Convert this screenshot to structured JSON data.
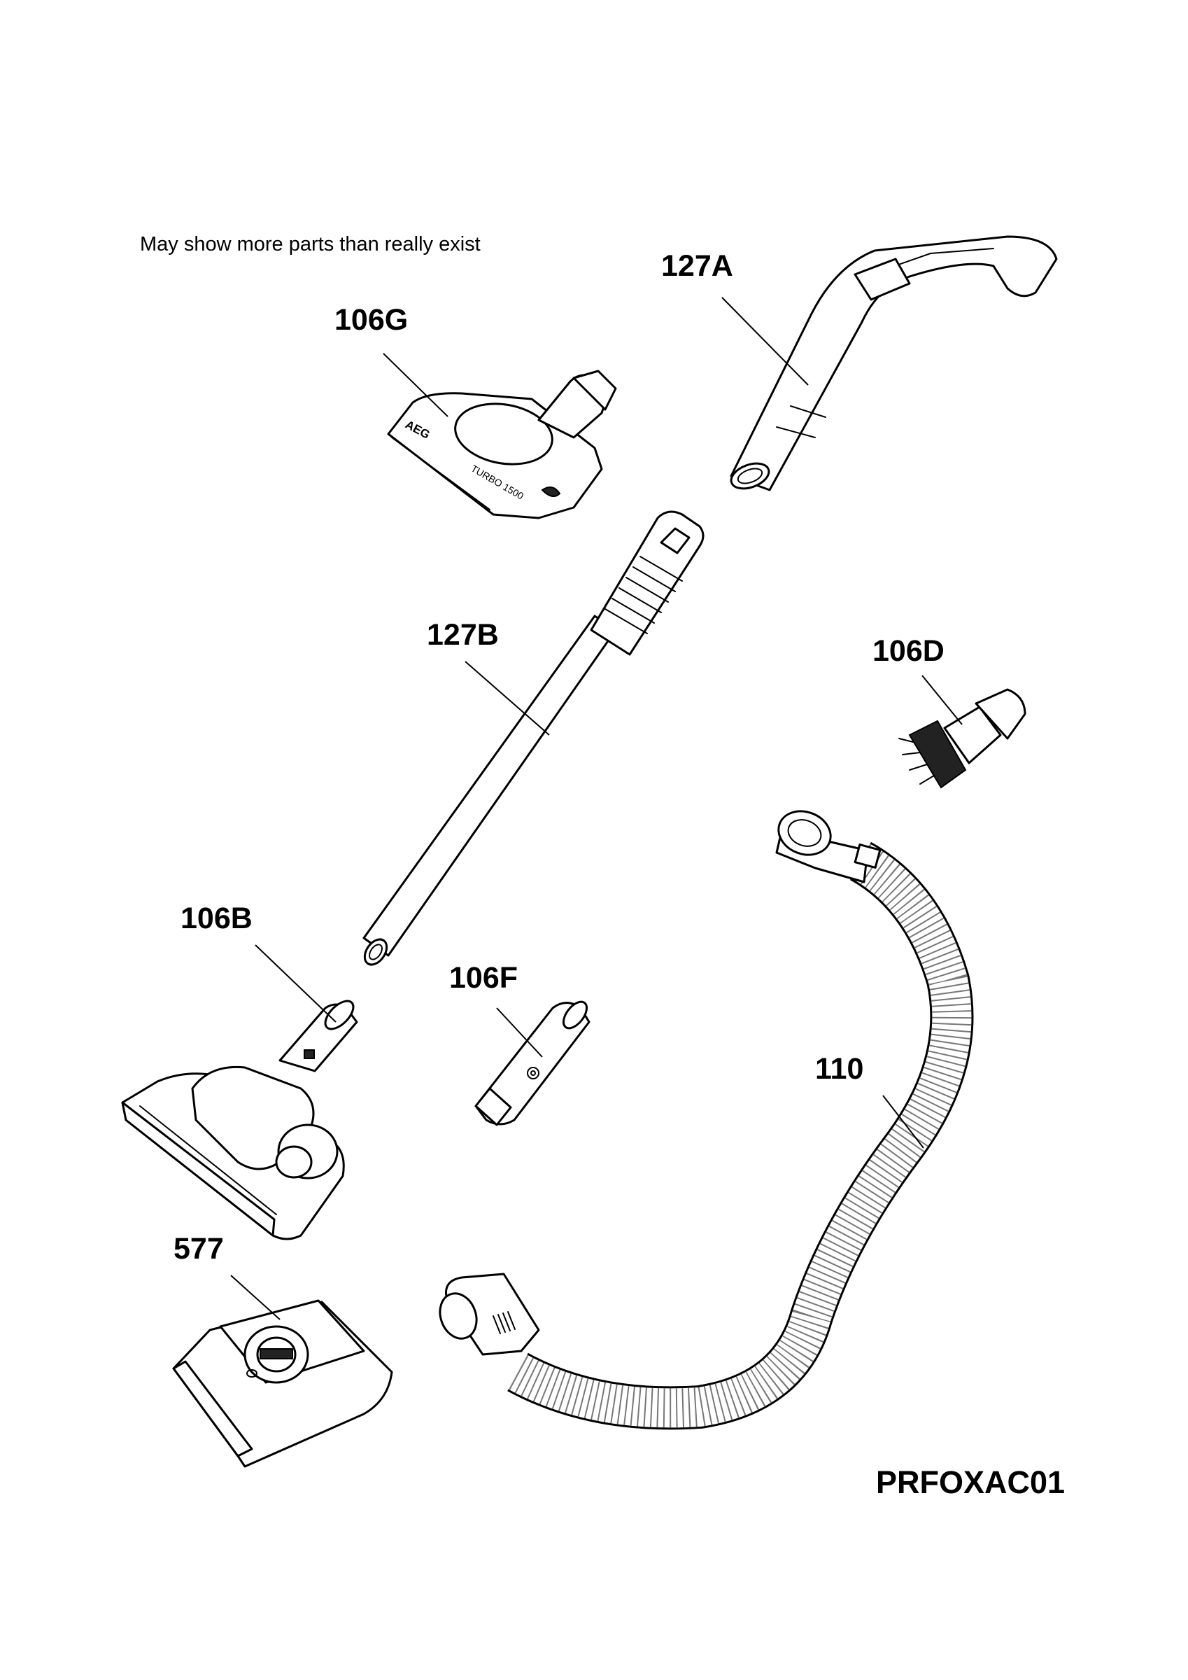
{
  "note": "May show more parts than really exist",
  "drawing_code": "PRFOXAC01",
  "parts": {
    "p127A": {
      "label": "127A"
    },
    "p106G": {
      "label": "106G",
      "brand_text": "AEG",
      "model_text": "TURBO 1500"
    },
    "p127B": {
      "label": "127B"
    },
    "p106D": {
      "label": "106D"
    },
    "p106B": {
      "label": "106B"
    },
    "p106F": {
      "label": "106F"
    },
    "p110": {
      "label": "110"
    },
    "p577": {
      "label": "577"
    }
  }
}
